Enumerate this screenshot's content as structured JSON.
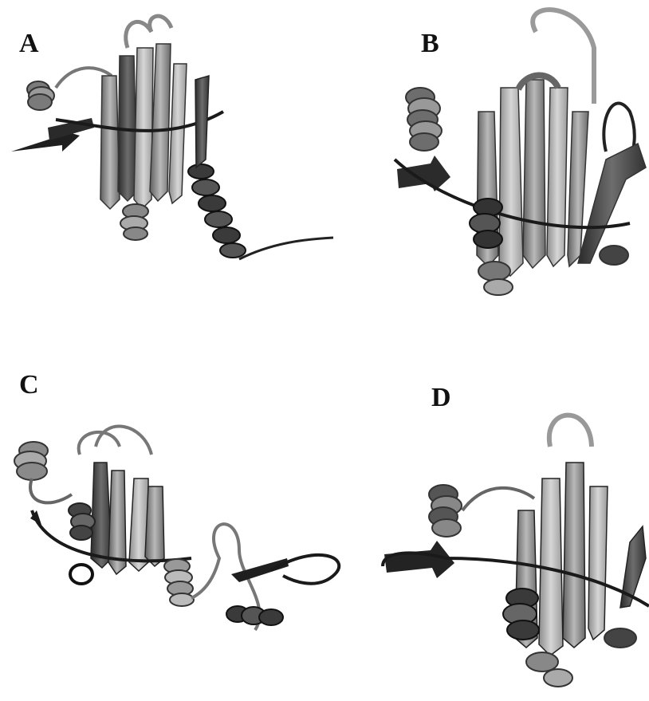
{
  "panels": [
    {
      "label": "A",
      "icon": "protein-ribbon-structure-a"
    },
    {
      "label": "B",
      "icon": "protein-ribbon-structure-b"
    },
    {
      "label": "C",
      "icon": "protein-ribbon-structure-c"
    },
    {
      "label": "D",
      "icon": "protein-ribbon-structure-d"
    }
  ]
}
